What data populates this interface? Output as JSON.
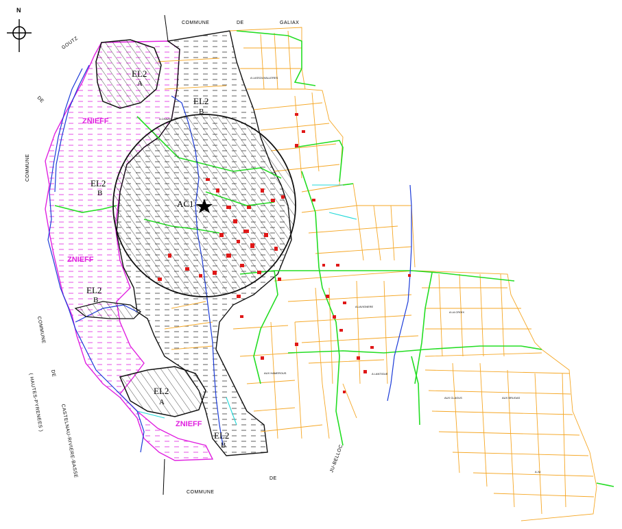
{
  "compass": {
    "north_letter": "N"
  },
  "communes": {
    "galiax": [
      "COMMUNE",
      "DE",
      "GALIAX"
    ],
    "goutz": [
      "GOUTZ",
      "DE"
    ],
    "left_commune": "COMMUNE",
    "castelnau_left": [
      "COMMUNE",
      "DE",
      "( HAUTES-PYRENEES )"
    ],
    "castelnau_name": "CASTELNAU-RIVIERE-BASSE",
    "bottom": [
      "COMMUNE",
      "DE",
      "JU-BELLOC"
    ]
  },
  "zones": {
    "el2a_top": {
      "code": "EL2",
      "letter": "A"
    },
    "el2b_top": {
      "code": "EL2",
      "letter": "B"
    },
    "el2b_left": {
      "code": "EL2",
      "letter": "B"
    },
    "el2b_mid": {
      "code": "EL2",
      "letter": "B"
    },
    "el2a_bottom": {
      "code": "EL2",
      "letter": "A"
    },
    "el2b_bottom": {
      "code": "EL2",
      "letter": "B"
    },
    "ac1": "AC1",
    "znieff": [
      "ZNIEFF",
      "ZNIEFF",
      "ZNIEFF"
    ]
  },
  "places": [
    "A LASSOUVALLERES",
    "A CHAZE",
    "A LAVIGNERE",
    "A LA CROIX",
    "AUX HAMEROUS",
    "A LANTIGUE",
    "AUX CLAOUS",
    "AUX BRUGAS",
    "A JU"
  ],
  "colors": {
    "parcel": "#f5a623",
    "road": "#22dd22",
    "river": "#1a3ad8",
    "znieff": "#e020e0",
    "building": "#e01818",
    "zone_border": "#101010",
    "cyan_line": "#20d8d8"
  }
}
